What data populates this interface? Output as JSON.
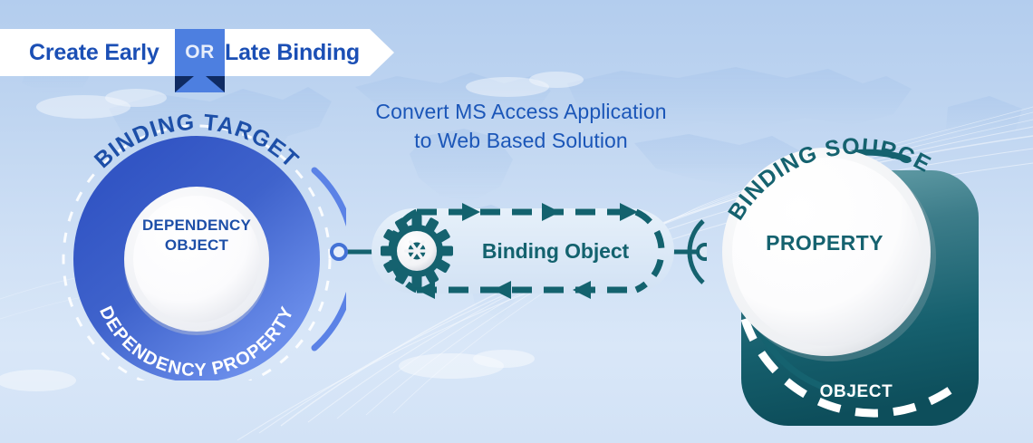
{
  "banner": {
    "left_label": "Create Early",
    "or_label": "OR",
    "right_label": "Late Binding",
    "text_color": "#1b4fb5",
    "badge_color": "#4d7fe0",
    "notch_color": "#0f2b63"
  },
  "headline": {
    "line1": "Convert MS Access Application",
    "line2": "to Web Based Solution",
    "color": "#1b56b8"
  },
  "binding_target": {
    "arc_label": "BINDING TARGET",
    "ring_label": "DEPENDENCY PROPERTY",
    "core_line1": "DEPENDENCY",
    "core_line2": "OBJECT",
    "ring_color": "#3f63cc",
    "ring_color_light": "#5b82e6",
    "arc_label_color": "#1d4fa8",
    "core_text_color": "#1d4fa8",
    "outer_dashed_color": "#ffffff",
    "side_arc_color": "#5b82e6"
  },
  "binding_object": {
    "label": "Binding Object",
    "icon": "gear-icon",
    "gear_mark": "asterisk-mark",
    "color": "#13626e",
    "dash_color": "#13626e",
    "fill_color": "#dce9f7"
  },
  "binding_source": {
    "arc_label": "BINDING SOURCE",
    "core_label": "PROPERTY",
    "panel_label": "OBJECT",
    "arc_color": "#15626f",
    "arc_label_color": "#15626f",
    "core_text_color": "#15626f",
    "panel_color_top": "#5e9aa4",
    "panel_color_bottom": "#0f5562",
    "panel_dashed_color": "#ffffff",
    "panel_label_color": "#ffffff"
  },
  "connectors": {
    "left_dot_ring_color": "#4472d6",
    "right_dot_ring_color": "#15626f",
    "line_color": "#15626f"
  },
  "background": {
    "top_color": "#b3cdee",
    "bottom_color": "#d2e2f6",
    "map_color": "#c3d8f2"
  }
}
